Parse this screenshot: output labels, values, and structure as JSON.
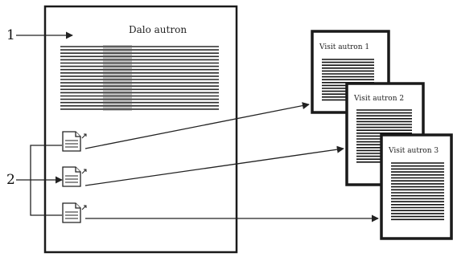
{
  "diagram": {
    "callout_1": "1",
    "callout_2": "2",
    "main_document": {
      "title": "Dalo autron"
    },
    "linked_documents": [
      {
        "title": "Visit autron 1"
      },
      {
        "title": "Visit autron 2"
      },
      {
        "title": "Visit autron 3"
      }
    ],
    "icons": [
      "file-link-icon",
      "file-link-icon",
      "file-link-icon"
    ],
    "colors": {
      "ink": "#1a1a1a",
      "background": "#ffffff"
    }
  }
}
